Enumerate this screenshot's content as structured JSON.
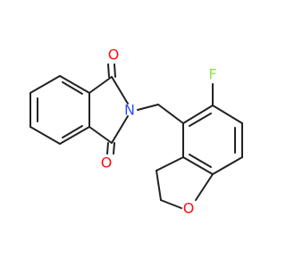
{
  "molecule": {
    "atoms": {
      "O_top": "O",
      "O_bottom": "O",
      "N": "N",
      "F": "F",
      "O_ring": "O"
    },
    "colors": {
      "bond": "#222222",
      "oxygen": "#ff0d0d",
      "nitrogen": "#3050f8",
      "fluorine": "#90e050"
    }
  }
}
